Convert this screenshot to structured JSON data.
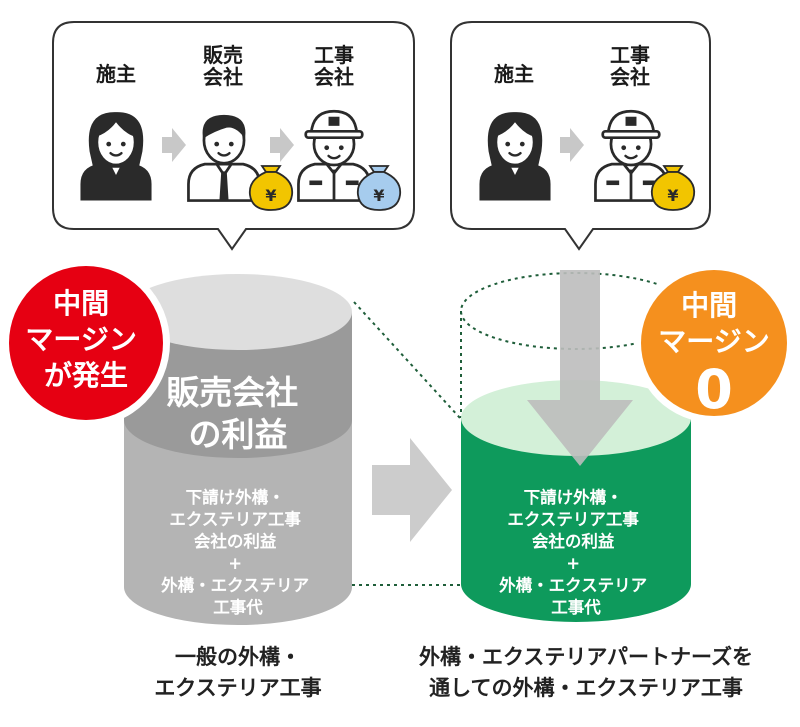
{
  "colors": {
    "gray_dark": "#9a9a9a",
    "gray_light": "#b4b4b4",
    "gray_top": "#dedede",
    "green_dark": "#0e9a5c",
    "green_top": "#d3f0d8",
    "red_badge": "#e60012",
    "orange_badge": "#f5901e",
    "arrow_gray": "#cccccc",
    "coin_yellow": "#f2c500",
    "coin_blue": "#a6ccee"
  },
  "left_bubble": {
    "roles": [
      {
        "line1": "施主",
        "line2": "",
        "icon": "client-woman-icon"
      },
      {
        "line1": "販売",
        "line2": "会社",
        "icon": "sales-man-icon"
      },
      {
        "line1": "工事",
        "line2": "会社",
        "icon": "worker-icon"
      }
    ],
    "coin_symbol": "¥"
  },
  "right_bubble": {
    "roles": [
      {
        "line1": "施主",
        "line2": "",
        "icon": "client-woman-icon"
      },
      {
        "line1": "工事",
        "line2": "会社",
        "icon": "worker-icon"
      }
    ],
    "coin_symbol": "¥"
  },
  "left_badge": {
    "lines": [
      "中間",
      "マージン",
      "が発生"
    ]
  },
  "right_badge": {
    "lines": [
      "中間",
      "マージン"
    ],
    "number": "0"
  },
  "left_cylinder": {
    "top_lines": [
      "販売会社",
      "の利益"
    ],
    "body_lines": [
      "下請け外構・",
      "エクステリア工事",
      "会社の利益",
      "+",
      "外構・エクステリア",
      "工事代"
    ]
  },
  "right_cylinder": {
    "body_lines": [
      "下請け外構・",
      "エクステリア工事",
      "会社の利益",
      "+",
      "外構・エクステリア",
      "工事代"
    ]
  },
  "captions": {
    "left": [
      "一般の外構・",
      "エクステリア工事"
    ],
    "right": [
      "外構・エクステリアパートナーズを",
      "通しての外構・エクステリア工事"
    ]
  }
}
